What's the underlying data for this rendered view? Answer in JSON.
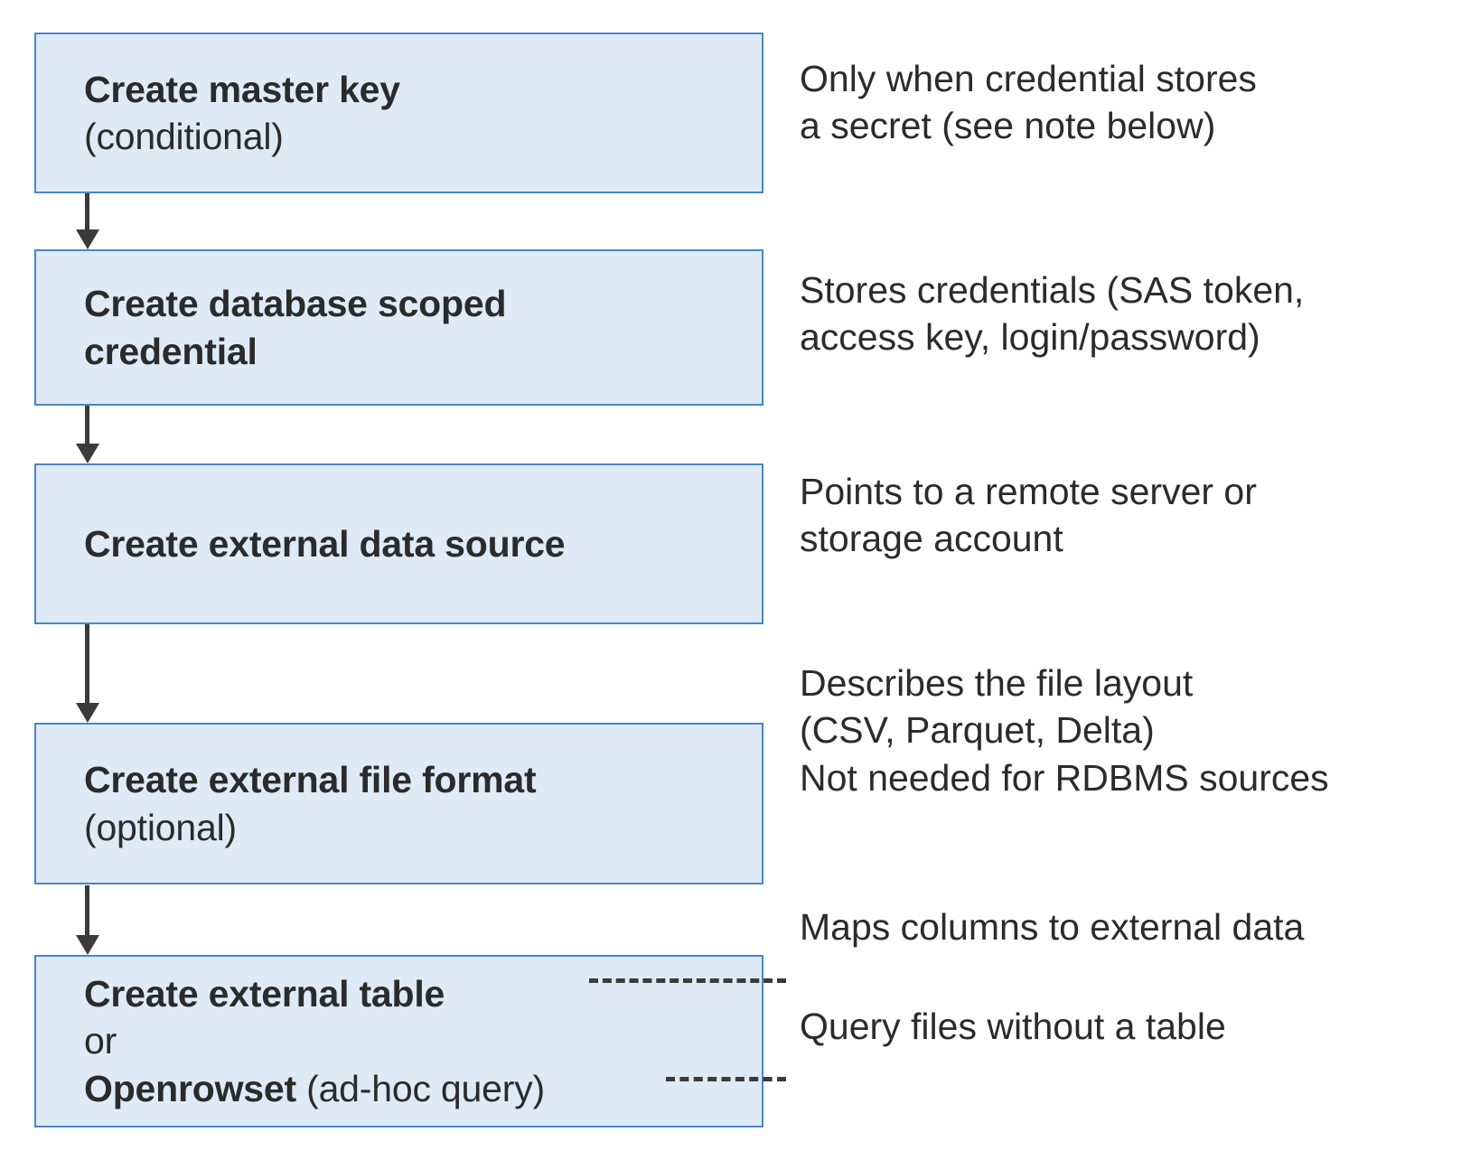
{
  "diagram": {
    "title": "External data access setup flow",
    "colors": {
      "box_fill": "#deebf7",
      "box_border": "#4a86c5",
      "text": "#2b2b2b",
      "arrow": "#3b3b3b",
      "background": "#ffffff"
    },
    "steps": [
      {
        "id": "create-master-key",
        "primary": "Create master key",
        "secondary": "(conditional)",
        "note_lines": [
          "Only when credential stores",
          "a secret (see note below)"
        ]
      },
      {
        "id": "create-database-scoped-credential",
        "primary_line_1": "Create database scoped",
        "primary_line_2": "credential",
        "note_lines": [
          "Stores credentials (SAS token,",
          "access key, login/password)"
        ]
      },
      {
        "id": "create-external-data-source",
        "primary": "Create external data source",
        "note_lines": [
          "Points to a remote server or",
          "storage account"
        ]
      },
      {
        "id": "create-external-file-format",
        "primary": "Create external file format",
        "secondary": "(optional)",
        "note_lines": [
          "Describes the file layout",
          "(CSV, Parquet, Delta)",
          "Not needed for RDBMS sources"
        ]
      },
      {
        "id": "create-external-table-or-openrowset",
        "line_1_bold": "Create external table",
        "line_2_plain": "or",
        "line_3_bold": "Openrowset",
        "line_3_plain": " (ad-hoc query)",
        "note_a": "Maps columns to external data",
        "note_b": "Query files without a table"
      }
    ]
  }
}
